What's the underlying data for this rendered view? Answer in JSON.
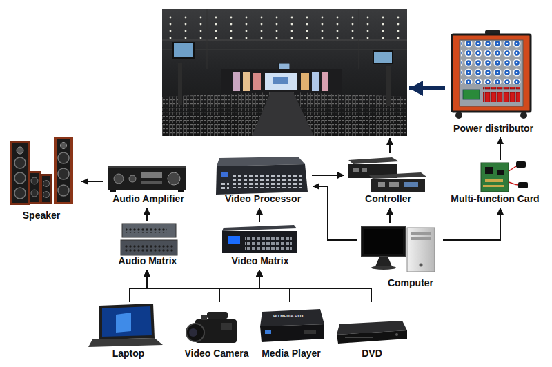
{
  "diagram": {
    "nodes": [
      {
        "text": []
      },
      {
        "text": [
          "Power distributor"
        ]
      },
      {
        "text": [
          "Speaker"
        ]
      },
      {
        "text": [
          "Audio Amplifier"
        ]
      },
      {
        "text": [
          "Video Processor"
        ]
      },
      {
        "text": [
          "Controller"
        ]
      },
      {
        "text": [
          "Multi-function Card"
        ]
      },
      {
        "text": [
          "Audio Matrix"
        ]
      },
      {
        "text": [
          "Video Matrix"
        ]
      },
      {
        "text": [
          "Computer"
        ]
      },
      {
        "text": [
          "Laptop"
        ]
      },
      {
        "text": [
          "Video Camera"
        ]
      },
      {
        "text": [
          "Media Player"
        ]
      },
      {
        "text": [
          "DVD"
        ]
      }
    ],
    "edges": [
      {
        "from": 1,
        "to": 0,
        "arrow": "to"
      },
      {
        "from": 5,
        "to": 0,
        "arrow": "to"
      },
      {
        "from": 6,
        "to": 1,
        "arrow": "to"
      },
      {
        "from": 3,
        "to": 2,
        "arrow": "to"
      },
      {
        "from": 4,
        "to": 5,
        "arrow": "to"
      },
      {
        "from": 9,
        "to": 4,
        "arrow": "to"
      },
      {
        "from": 9,
        "to": 5,
        "arrow": "to"
      },
      {
        "from": 9,
        "to": 6,
        "arrow": "to"
      },
      {
        "from": 7,
        "to": 3,
        "arrow": "to"
      },
      {
        "from": 8,
        "to": 4,
        "arrow": "to"
      },
      {
        "from": 10,
        "to": 7,
        "arrow": "to"
      },
      {
        "from": 10,
        "to": 8,
        "arrow": "to"
      },
      {
        "from": 11,
        "to": 7,
        "arrow": "to"
      },
      {
        "from": 11,
        "to": 8,
        "arrow": "to"
      },
      {
        "from": 12,
        "to": 7,
        "arrow": "to"
      },
      {
        "from": 12,
        "to": 8,
        "arrow": "to"
      },
      {
        "from": 13,
        "to": 7,
        "arrow": "to"
      },
      {
        "from": 13,
        "to": 8,
        "arrow": "to"
      }
    ],
    "labels": [
      "HD MEDIA BOX"
    ]
  }
}
